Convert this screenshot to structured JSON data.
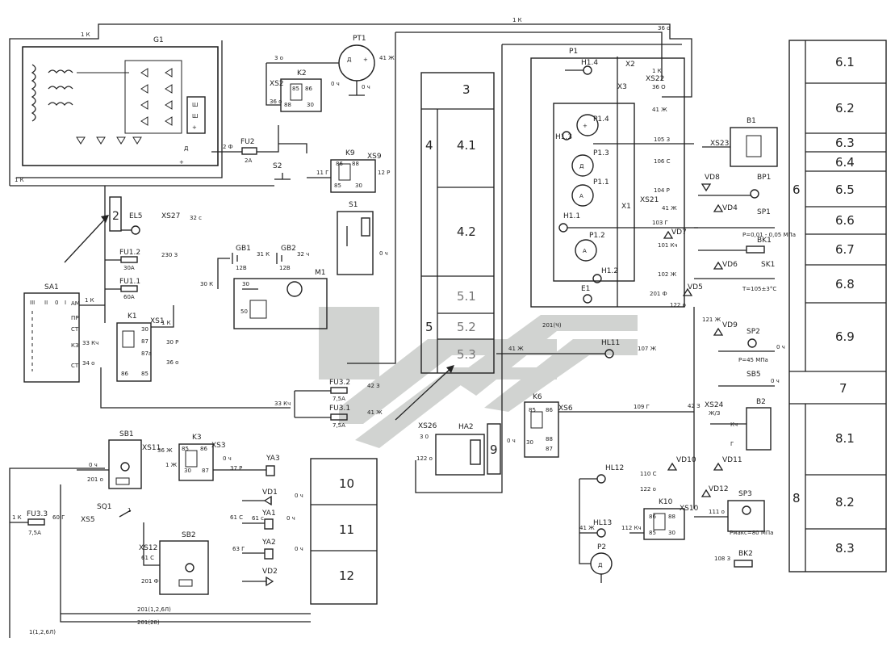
{
  "colors": {
    "line": "#222222",
    "watermark": "#9aa09a",
    "background": "#ffffff"
  },
  "component_labels": {
    "G1": "G1",
    "PT1": "PT1",
    "P1": "P1",
    "K2": "K2",
    "XS2": "XS2",
    "K9": "K9",
    "XS9": "XS9",
    "S1": "S1",
    "S2": "S2",
    "FU2": "FU2",
    "FU2_val": "2A",
    "EL5": "EL5",
    "XS27": "XS27",
    "FU1_2": "FU1.2",
    "FU1_2_val": "30A",
    "FU1_1": "FU1.1",
    "FU1_1_val": "60A",
    "GB1": "GB1",
    "GB2": "GB2",
    "GB_val": "12В",
    "M1": "M1",
    "SA1": "SA1",
    "K1": "K1",
    "XS1": "XS1",
    "FU3_2": "FU3.2",
    "FU3_1": "FU3.1",
    "FU3_val": "7,5A",
    "SB1": "SB1",
    "XS11": "XS11",
    "K3": "K3",
    "XS3": "XS3",
    "YA3": "YA3",
    "VD1": "VD1",
    "YA1": "YA1",
    "YA2": "YA2",
    "VD2": "VD2",
    "FU3_3": "FU3.3",
    "FU3_3_val": "7,5A",
    "SQ1": "SQ1",
    "XS5": "XS5",
    "XS12": "XS12",
    "SB2": "SB2",
    "HA2": "HA2",
    "XS26": "XS26",
    "K6": "K6",
    "XS6": "XS6",
    "H1_4": "H1.4",
    "X2": "X2",
    "X3": "X3",
    "XS22": "XS22",
    "P1_4": "P1.4",
    "H1_3": "H1.3",
    "P1_3": "P1.3",
    "P1_1": "P1.1",
    "X1": "X1",
    "XS21": "XS21",
    "H1_1": "H1.1",
    "P1_2": "P1.2",
    "H1_2": "H1.2",
    "E1": "E1",
    "XS23": "XS23",
    "B1": "B1",
    "VD8": "VD8",
    "BP1": "BP1",
    "VD4": "VD4",
    "SP1": "SP1",
    "SP1_note": "Р=0,01 - 0,05 МПа",
    "VD7": "VD7",
    "BK1": "BK1",
    "VD6": "VD6",
    "SK1": "SK1",
    "SK1_note": "Т=105±3°С",
    "VD5": "VD5",
    "VD9": "VD9",
    "SP2": "SP2",
    "SP2_note": "Р=45 МПа",
    "HL11": "HL11",
    "SB5": "SB5",
    "XS24": "XS24",
    "B2": "B2",
    "VD10": "VD10",
    "VD11": "VD11",
    "HL12": "HL12",
    "VD12": "VD12",
    "SP3": "SP3",
    "SP3_note": "Рмакс=80 МПа",
    "K10": "K10",
    "XS10": "XS10",
    "HL13": "HL13",
    "P2": "P2",
    "BK2": "BK2"
  },
  "wire_labels": {
    "top_1k": "1 К",
    "top_1k_b": "1 К",
    "top_36o": "36 о",
    "w30": "3 о",
    "w41zh": "41 Ж",
    "w36o": "36 о",
    "w0ch": "0 ч",
    "w2f": "2 Ф",
    "w11g": "11 Г",
    "w12r": "12 Р",
    "left_1k": "1 К",
    "w32s": "32 с",
    "w230z": "230 З",
    "w30k": "30 К",
    "w31k": "31 К",
    "w32ch": "32 ч",
    "w0ch2": "0 ч",
    "w1k": "1 К",
    "w33kch": "33 Кч",
    "w34o": "34 о",
    "w30r": "30 Р",
    "w36o2": "36 о",
    "w42z": "42 З",
    "w33kch2": "33 Кч",
    "w41zh2": "41 Ж",
    "w0ch3": "0 ч",
    "w201o": "201 о",
    "w36zh": "36 Ж",
    "w1k2": "1 Ж",
    "w37r": "37 Р",
    "w0ch4": "0 ч",
    "w61c": "61 С",
    "w0ch5": "0 ч",
    "w61s": "61 с",
    "w63g": "63 Г",
    "w0ch6": "0 ч",
    "w201f": "201 Ф",
    "w201_12": "201(1,2,6Л)",
    "w201_28": "201(28)",
    "w1_2_6": "1(1,2,6Л)",
    "w1k3": "1 К",
    "w60g": "60 Г",
    "w30_26": "3 0",
    "w122o": "122 о",
    "w0ch7": "0 ч",
    "w103": "103 Г",
    "w109g": "109 Г",
    "w42z2": "42 З",
    "w110s": "110 С",
    "w122o2": "122 о",
    "w111o": "111 о",
    "w41zh3": "41 Ж",
    "w112kch": "112 Кч",
    "w106z": "108 З",
    "w107zh": "107 Ж",
    "w41zh4": "41 Ж",
    "w0ch8": "0 ч",
    "w0ch9": "0 ч",
    "w201o2": "201 Ф",
    "w122o3": "122 о",
    "w201ch": "201(Ч)",
    "x105z": "105 З",
    "x106s": "106 С",
    "x104r": "104 Р",
    "x41zh": "41 Ж",
    "x103": "103 Г",
    "x101kch": "101 Кч",
    "x102zh": "102 Ж",
    "x1k": "1 К",
    "x36o": "36 О",
    "x41zh2": "41 Ж",
    "x121zh": "121 Ж",
    "x1kx": "1 К",
    "xkch": "Кч",
    "xg": "Г",
    "xzhz": "Ж/З"
  },
  "diagram_blocks": [
    "3",
    "4",
    "4.1",
    "4.2",
    "5",
    "5.1",
    "5.2",
    "5.3",
    "10",
    "11",
    "12",
    "9",
    "2"
  ],
  "legend_table": {
    "group_6": "6",
    "rows_6": [
      "6.1",
      "6.2",
      "6.3",
      "6.4",
      "6.5",
      "6.6",
      "6.7",
      "6.8",
      "6.9"
    ],
    "row_7": "7",
    "group_8": "8",
    "rows_8": [
      "8.1",
      "8.2",
      "8.3"
    ]
  },
  "callouts": {
    "sq1_ref": "1"
  }
}
